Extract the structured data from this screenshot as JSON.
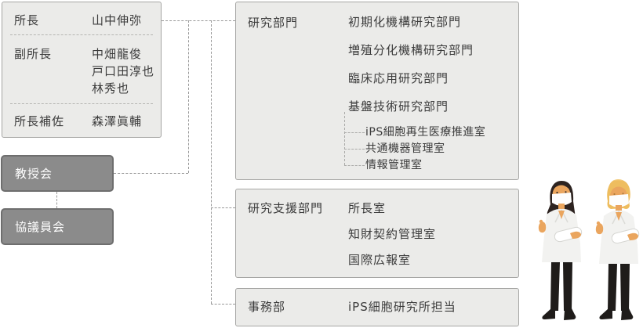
{
  "colors": {
    "background": "#ffffff",
    "light_box_fill": "#ebebe9",
    "light_box_border": "#a6a6a4",
    "dark_box_fill": "#8b8b8b",
    "dark_box_border": "#6e6e6e",
    "text": "#3b3b3b",
    "dark_box_text": "#ffffff",
    "connector": "#999999"
  },
  "directors": {
    "rows": [
      {
        "label": "所長",
        "names": [
          "山中伸弥"
        ]
      },
      {
        "label": "副所長",
        "names": [
          "中畑龍俊",
          "戸口田淳也",
          "林秀也"
        ]
      },
      {
        "label": "所長補佐",
        "names": [
          "森澤眞輔"
        ]
      }
    ]
  },
  "councils": [
    {
      "label": "教授会"
    },
    {
      "label": "協議員会"
    }
  ],
  "departments": [
    {
      "title": "研究部門",
      "items": [
        "初期化機構研究部門",
        "増殖分化機構研究部門",
        "臨床応用研究部門",
        "基盤技術研究部門"
      ],
      "subitems": [
        "iPS細胞再生医療推進室",
        "共通機器管理室",
        "情報管理室"
      ]
    },
    {
      "title": "研究支援部門",
      "items": [
        "所長室",
        "知財契約管理室",
        "国際広報室"
      ]
    },
    {
      "title": "事務部",
      "items": [
        "iPS細胞研究所担当"
      ]
    }
  ]
}
